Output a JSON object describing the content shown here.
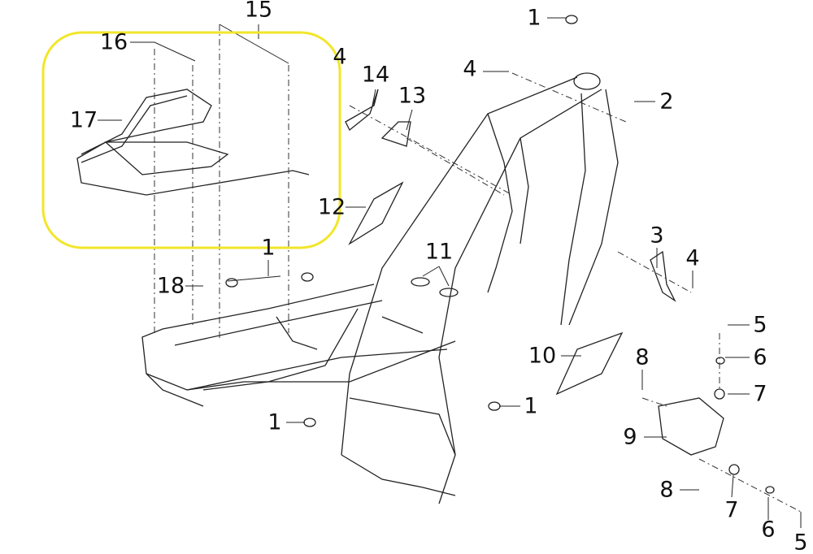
{
  "highlight_color": "#f2e62a",
  "callouts": [
    {
      "id": "c1a",
      "text": "1"
    },
    {
      "id": "c1b",
      "text": "1"
    },
    {
      "id": "c1c",
      "text": "1"
    },
    {
      "id": "c1d",
      "text": "1"
    },
    {
      "id": "c2",
      "text": "2"
    },
    {
      "id": "c3",
      "text": "3"
    },
    {
      "id": "c4a",
      "text": "4"
    },
    {
      "id": "c4b",
      "text": "4"
    },
    {
      "id": "c4c",
      "text": "4"
    },
    {
      "id": "c5a",
      "text": "5"
    },
    {
      "id": "c5b",
      "text": "5"
    },
    {
      "id": "c6a",
      "text": "6"
    },
    {
      "id": "c6b",
      "text": "6"
    },
    {
      "id": "c7a",
      "text": "7"
    },
    {
      "id": "c7b",
      "text": "7"
    },
    {
      "id": "c8a",
      "text": "8"
    },
    {
      "id": "c8b",
      "text": "8"
    },
    {
      "id": "c9",
      "text": "9"
    },
    {
      "id": "c10",
      "text": "10"
    },
    {
      "id": "c11",
      "text": "11"
    },
    {
      "id": "c12",
      "text": "12"
    },
    {
      "id": "c13",
      "text": "13"
    },
    {
      "id": "c14",
      "text": "14"
    },
    {
      "id": "c15",
      "text": "15"
    },
    {
      "id": "c16",
      "text": "16"
    },
    {
      "id": "c17",
      "text": "17"
    },
    {
      "id": "c18",
      "text": "18"
    }
  ]
}
